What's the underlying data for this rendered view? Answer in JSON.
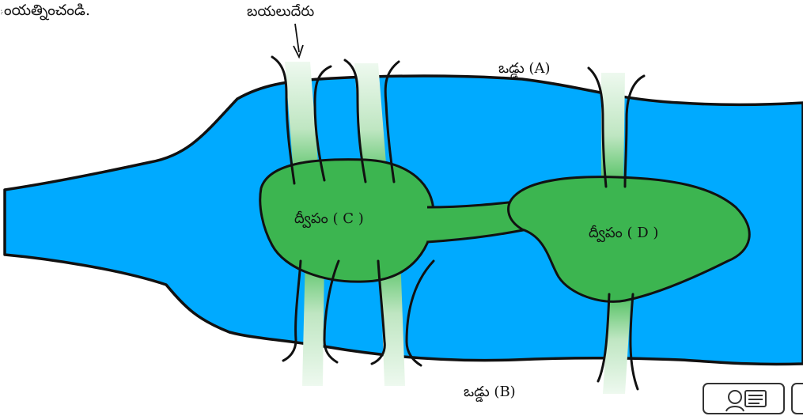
{
  "instruction": "ంయత్నించండి.",
  "start_label": "బయలుదేరు",
  "bank_a": "ఒడ్డు (A)",
  "bank_b": "ఒడ్డు (B)",
  "island_c": "ద్వీపం ( C )",
  "island_d": "ద్వీపం ( D )",
  "colors": {
    "river": "#00aaff",
    "island": "#3cb550",
    "bridge": "#d6f0d8",
    "outline": "#111111"
  },
  "icons": [
    "teacher-icon"
  ]
}
